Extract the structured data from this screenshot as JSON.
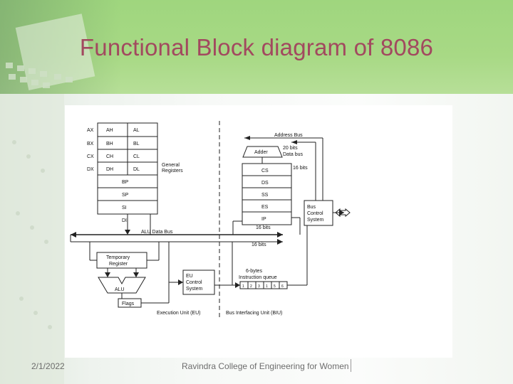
{
  "slide": {
    "title": "Functional Block diagram of 8086",
    "date": "2/1/2022",
    "college": "Ravindra College of Engineering for Women"
  },
  "diagram": {
    "registers": [
      {
        "pair": "AX",
        "high": "AH",
        "low": "AL"
      },
      {
        "pair": "BX",
        "high": "BH",
        "low": "BL"
      },
      {
        "pair": "CX",
        "high": "CH",
        "low": "CL"
      },
      {
        "pair": "DX",
        "high": "DH",
        "low": "DL"
      }
    ],
    "pointer_registers": [
      "BP",
      "SP",
      "SI",
      "DI"
    ],
    "general_registers_label": [
      "General",
      "Registers"
    ],
    "segment_registers": [
      "CS",
      "DS",
      "SS",
      "ES",
      "IP"
    ],
    "address_bus": "Address Bus",
    "adder": "Adder",
    "bits_20": "20 bits",
    "data_bus": "Data bus",
    "bits_16": "16 bits",
    "bus_control": [
      "Bus",
      "Control",
      "System"
    ],
    "alu_data_bus": "ALU Data Bus",
    "temporary_register": [
      "Temporary",
      "Register"
    ],
    "alu": "ALU",
    "flags": "Flags",
    "eu_control": [
      "EU",
      "Control",
      "System"
    ],
    "queue_label": [
      "6-bytes",
      "Instruction queue"
    ],
    "queue_cells": [
      "1",
      "2",
      "3",
      "1",
      "5",
      "6"
    ],
    "eu_label": "Execution Unit (EU)",
    "biu_label": "Bus Interfacing Unit (BIU)"
  }
}
